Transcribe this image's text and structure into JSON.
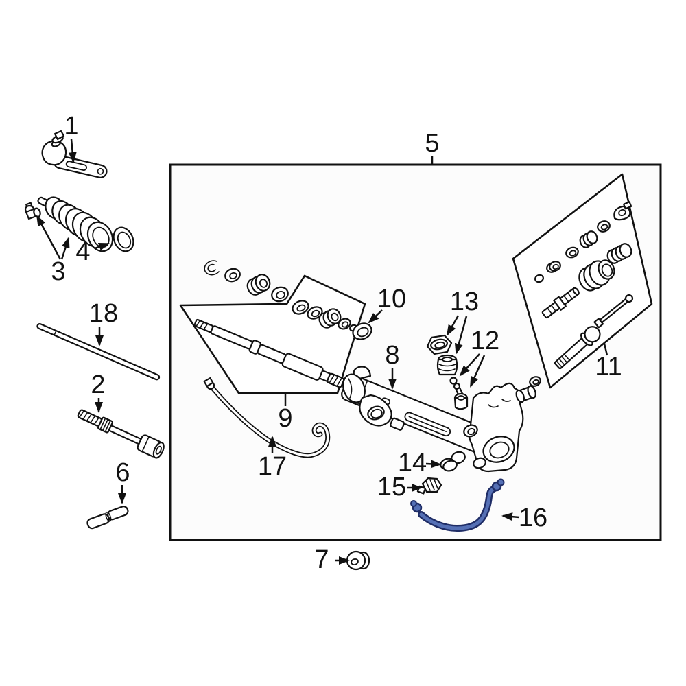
{
  "diagram": {
    "kind": "exploded-parts-diagram",
    "region_box_label": "5",
    "line_color": "#111111",
    "background": "#ffffff",
    "box_fill": "#fcfcfc",
    "highlight": {
      "fill": "#5570b5",
      "outline": "#1f2d66"
    },
    "callouts": [
      {
        "label": "1"
      },
      {
        "label": "2"
      },
      {
        "label": "3"
      },
      {
        "label": "4"
      },
      {
        "label": "5"
      },
      {
        "label": "6"
      },
      {
        "label": "7"
      },
      {
        "label": "8"
      },
      {
        "label": "9"
      },
      {
        "label": "10"
      },
      {
        "label": "11"
      },
      {
        "label": "12"
      },
      {
        "label": "13"
      },
      {
        "label": "14"
      },
      {
        "label": "15"
      },
      {
        "label": "16"
      },
      {
        "label": "17"
      },
      {
        "label": "18"
      }
    ]
  }
}
